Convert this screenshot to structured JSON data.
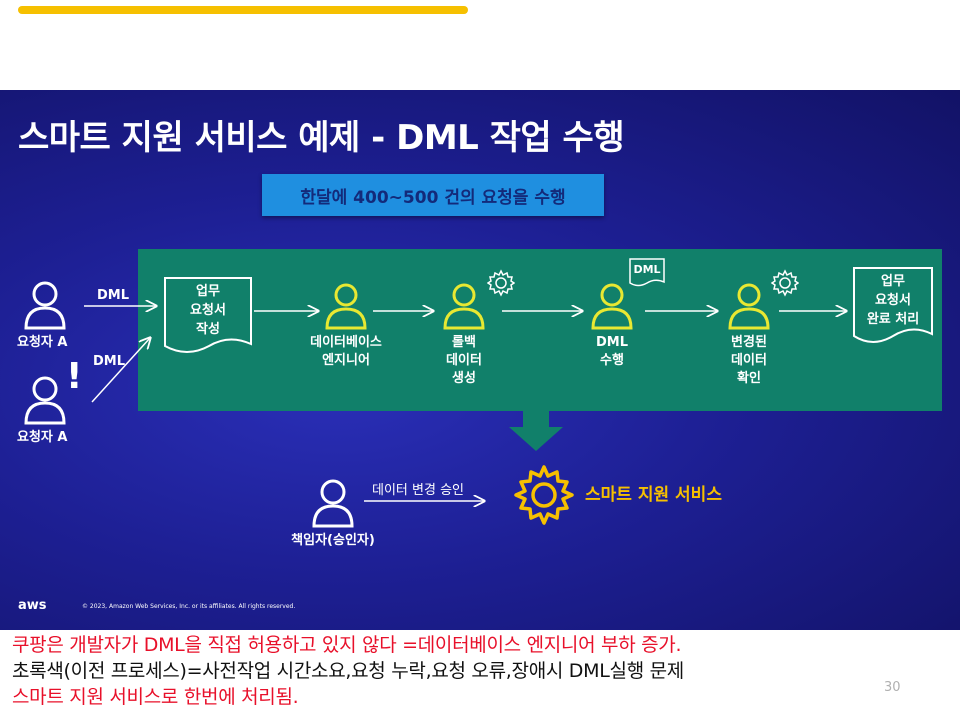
{
  "slide": {
    "title": "스마트 지원 서비스 예제 - DML 작업 수행",
    "banner": "한달에  400~500 건의 요청을 수행",
    "requester_a1": "요청자 A",
    "requester_a2": "요청자 A",
    "dml_top": "DML",
    "dml_bottom": "DML",
    "exclaim": "!",
    "doc_request": [
      "업무",
      "요청서",
      "작성"
    ],
    "dba": [
      "데이터베이스",
      "엔지니어"
    ],
    "rollback": [
      "롤백",
      "데이터",
      "생성"
    ],
    "dml_exec": [
      "DML",
      "수행"
    ],
    "changed_check": [
      "변경된",
      "데이터",
      "확인"
    ],
    "doc_complete": [
      "업무",
      "요청서",
      "완료 처리"
    ],
    "dml_doc_tag": "DML",
    "approver": "책임자(승인자)",
    "approval_label": "데이터 변경 승인",
    "service_label": "스마트 지원 서비스",
    "aws_logo": "aws",
    "copyright": "© 2023, Amazon Web Services, Inc. or its affiliates. All rights reserved."
  },
  "notes": {
    "line1": "쿠팡은 개발자가 DML을 직접 허용하고 있지 않다 =데이터베이스 엔지니어 부하 증가.",
    "line2": "초록색(이전 프로세스)=사전작업 시간소요,요청 누락,요청 오류,장애시 DML실행 문제",
    "line3": "스마트 지원 서비스로 한번에 처리됨."
  },
  "page_number": "30",
  "colors": {
    "accent_bar": "#f6c000",
    "green_box": "#11806a",
    "person_yellow": "#e8e832",
    "banner": "#1f8fe0"
  }
}
